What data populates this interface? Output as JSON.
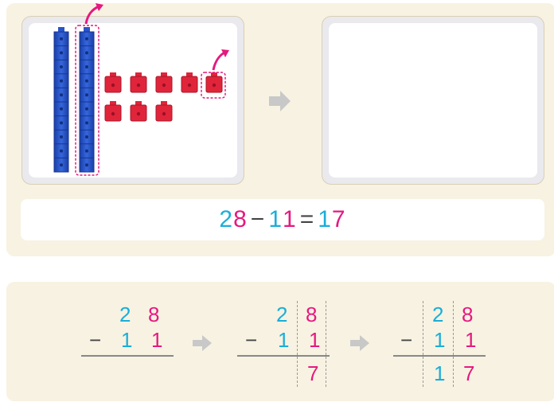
{
  "equation": {
    "a_tens": "2",
    "a_ones": "8",
    "minus": "−",
    "b_tens": "1",
    "b_ones": "1",
    "equals": "=",
    "r_tens": "1",
    "r_ones": "7"
  },
  "columns": [
    {
      "top_tens": "2",
      "top_ones": "8",
      "minus": "−",
      "sub_tens": "1",
      "sub_ones": "1"
    },
    {
      "top_tens": "2",
      "top_ones": "8",
      "minus": "−",
      "sub_tens": "1",
      "sub_ones": "1",
      "res_ones": "7"
    },
    {
      "top_tens": "2",
      "top_ones": "8",
      "minus": "−",
      "sub_tens": "1",
      "sub_ones": "1",
      "res_tens": "1",
      "res_ones": "7"
    }
  ],
  "colors": {
    "tens_rod": "#2a55c8",
    "ones_cube": "#e0253a",
    "tens_digit": "#1aaed8",
    "ones_digit": "#e5197f",
    "removal_arrow": "#e5197f",
    "step_arrow": "#c8c8c8",
    "panel": "#f8f2e2"
  },
  "blocks": {
    "tens_rods": 2,
    "ones_cubes": 8,
    "removed_rods": 1,
    "removed_cubes": 1
  }
}
